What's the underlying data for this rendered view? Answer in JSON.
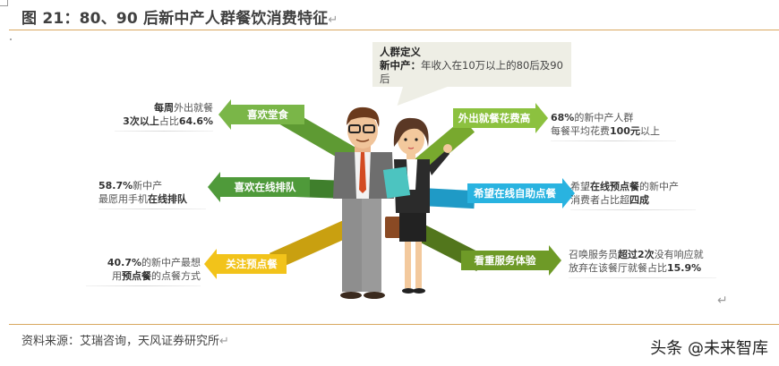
{
  "figure": {
    "title": "图 21：80、90 后新中产人群餐饮消费特征",
    "paragraph_mark": "↵"
  },
  "definition": {
    "heading": "人群定义",
    "term": "新中产：",
    "text": "年收入在10万以上的80后及90后"
  },
  "left_items": [
    {
      "label": "喜欢堂食",
      "color": "#7ab648",
      "note_line1_bold": "每周",
      "note_line1": "外出就餐",
      "note_line2_bold": "3次以上",
      "note_line2": "占比",
      "note_value": "64.6%"
    },
    {
      "label": "喜欢在线排队",
      "color": "#4f9a3a",
      "note_line1_value": "58.7%",
      "note_line1": "新中产",
      "note_line2": "最愿用手机",
      "note_line2_bold": "在线排队"
    },
    {
      "label": "关注预点餐",
      "color": "#f2c31a",
      "note_line1_value": "40.7%",
      "note_line1": "的新中产最想",
      "note_line2_pre": "用",
      "note_line2_bold": "预点餐",
      "note_line2": "的点餐方式"
    }
  ],
  "right_items": [
    {
      "label": "外出就餐花费高",
      "color": "#8cc13f",
      "note_line1_value": "68%",
      "note_line1": "的新中产人群",
      "note_line2": "每餐平均花费",
      "note_line2_bold": "100元",
      "note_line2_post": "以上"
    },
    {
      "label": "希望在线自助点餐",
      "color": "#29b3e0",
      "note_line1_pre": "希望",
      "note_line1_bold": "在线预点餐",
      "note_line1": "的新中产",
      "note_line2": "消费者占比超",
      "note_line2_bold": "四成"
    },
    {
      "label": "看重服务体验",
      "color": "#6e9a27",
      "note_line1_pre": "召唤服务员",
      "note_line1_bold": "超过2次",
      "note_line1": "没有响应就",
      "note_line2": "放弃在该餐厅就餐占比",
      "note_line2_bold": "15.9%"
    }
  ],
  "source": {
    "text": "资料来源：艾瑞咨询，天风证券研究所",
    "paragraph_mark": "↵"
  },
  "watermark": "头条 @未来智库",
  "return_mark": "↵"
}
